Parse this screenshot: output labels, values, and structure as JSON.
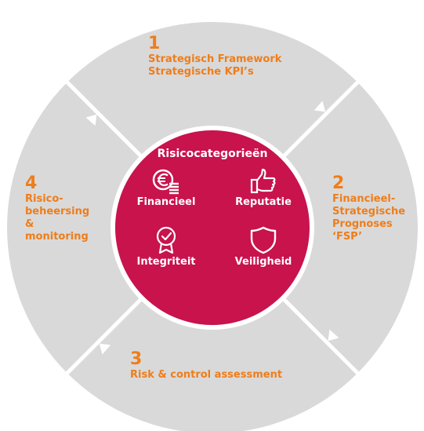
{
  "colors": {
    "ring": "#d9d9d9",
    "center": "#c8134d",
    "accent": "#ef7d1a",
    "icon": "#ffffff"
  },
  "steps": [
    {
      "number": "1",
      "lines": [
        "Strategisch Framework",
        "Strategische KPI’s"
      ]
    },
    {
      "number": "2",
      "lines": [
        "Financieel-",
        "Strategische",
        "Prognoses",
        "‘FSP’"
      ]
    },
    {
      "number": "3",
      "lines": [
        "Risk & control assessment"
      ]
    },
    {
      "number": "4",
      "lines": [
        "Risico-",
        "beheersing",
        "&",
        "monitoring"
      ]
    }
  ],
  "center": {
    "title": "Risicocategorieën",
    "categories": [
      {
        "label": "Financieel",
        "icon": "euro-coins-icon"
      },
      {
        "label": "Reputatie",
        "icon": "thumbs-up-icon"
      },
      {
        "label": "Integriteit",
        "icon": "rosette-check-icon"
      },
      {
        "label": "Veiligheid",
        "icon": "shield-icon"
      }
    ]
  }
}
